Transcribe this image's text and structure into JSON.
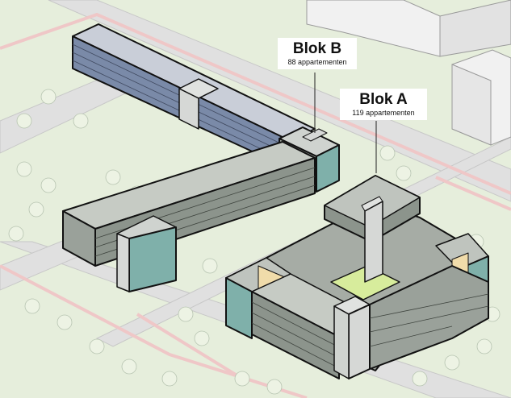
{
  "labels": {
    "blok_b": {
      "title": "Blok B",
      "subtitle": "88 appartementen"
    },
    "blok_a": {
      "title": "Blok A",
      "subtitle": "119 appartementen"
    }
  },
  "colors": {
    "grass": "#dde9cf",
    "road": "#e1e1e1",
    "path": "#f0cccc",
    "building_gray": "#8c948c",
    "building_blue": "#7a8aa8",
    "teal_accent": "#7fb0aa",
    "yellow_accent": "#f0dcaa",
    "courtyard": "#d7ec9c",
    "core": "#d6d8d6",
    "context_building": "#ececec"
  }
}
